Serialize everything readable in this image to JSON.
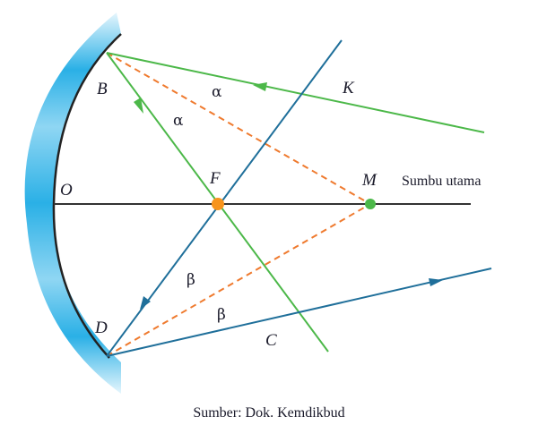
{
  "labels": {
    "B": "B",
    "D": "D",
    "O": "O",
    "F": "F",
    "M": "M",
    "K": "K",
    "C": "C",
    "alpha": "α",
    "beta": "β"
  },
  "axis_label": "Sumbu utama",
  "caption": "Sumber: Dok. Kemdikbud",
  "colors": {
    "mirror": "#2ab0e6",
    "ray_green": "#4cb849",
    "ray_blue": "#1f6f9a",
    "normal": "#ef7a2e",
    "axis": "#333333"
  }
}
